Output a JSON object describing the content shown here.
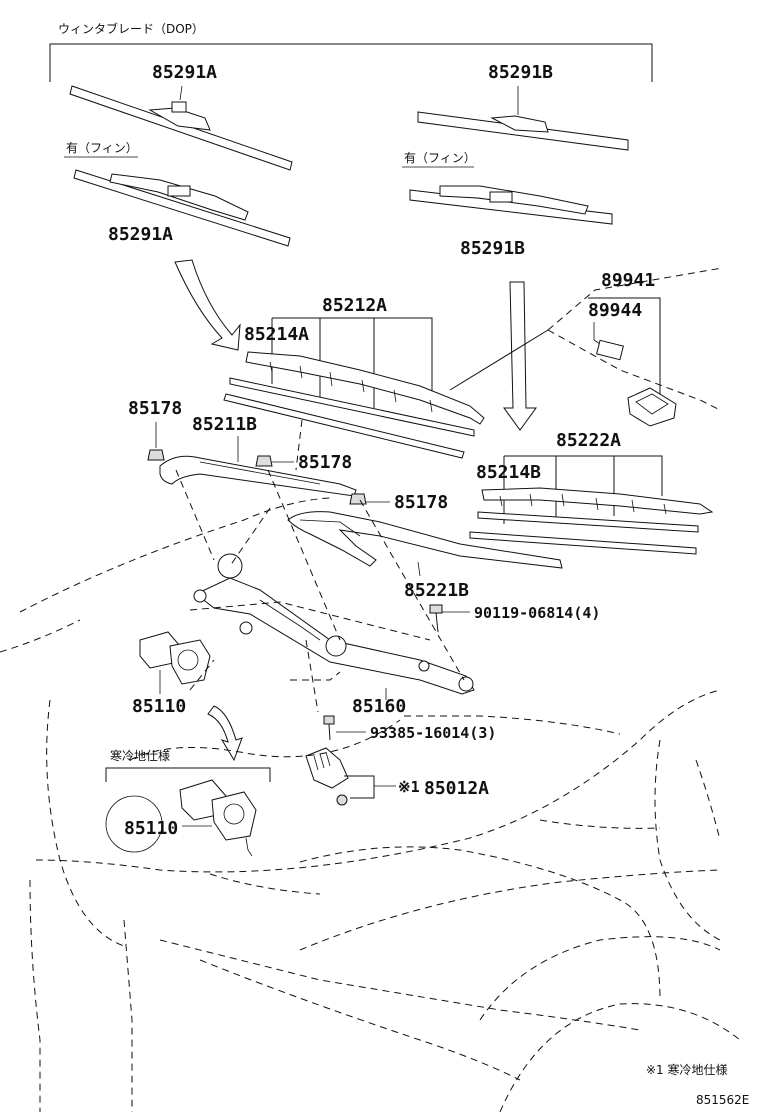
{
  "header": {
    "group_label": "ウィンタブレード（DOP）"
  },
  "labels": {
    "fin_left": "有（フィン）",
    "fin_right": "有（フィン）",
    "cold_spec": "寒冷地仕様",
    "footnote": "※1 寒冷地仕様",
    "diagram_code": "851562E",
    "asterisk_mark": "※1"
  },
  "parts": {
    "p85291A_top": "85291A",
    "p85291B_top": "85291B",
    "p85291A_fin": "85291A",
    "p85291B_fin": "85291B",
    "p89941": "89941",
    "p89944": "89944",
    "p85212A": "85212A",
    "p85214A": "85214A",
    "p85178_left": "85178",
    "p85211B": "85211B",
    "p85178_mid": "85178",
    "p85178_right": "85178",
    "p85222A": "85222A",
    "p85214B": "85214B",
    "p85221B": "85221B",
    "p90119": "90119-06814(4)",
    "p85110": "85110",
    "p85160": "85160",
    "p93385": "93385-16014(3)",
    "p85012A": "85012A",
    "p85110_cold": "85110"
  }
}
